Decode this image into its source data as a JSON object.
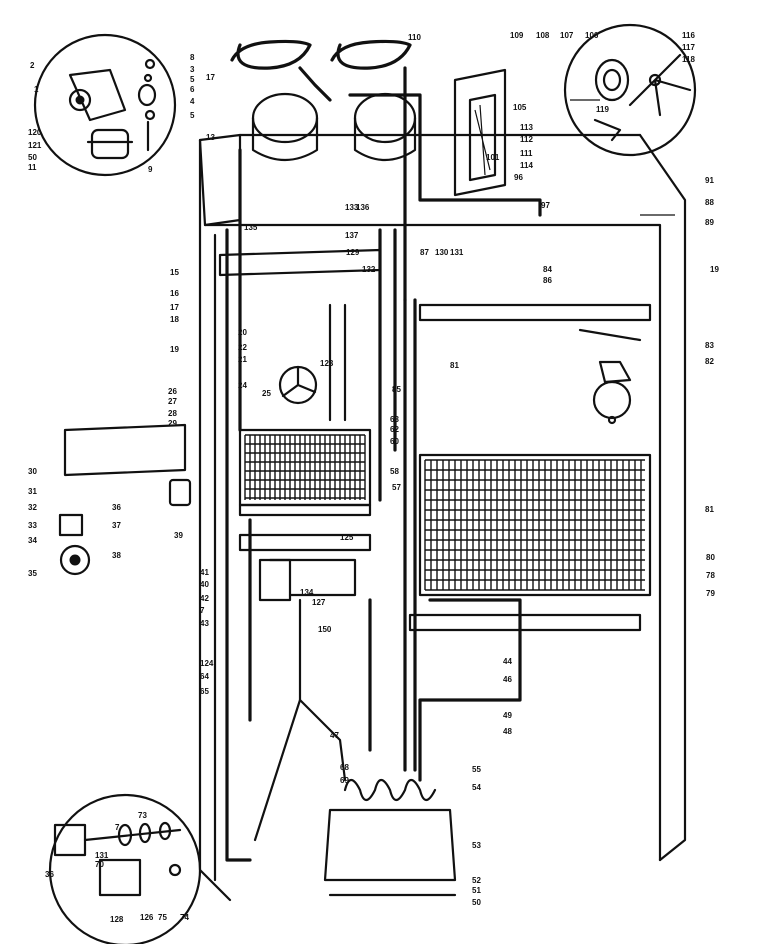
{
  "callouts": [
    {
      "id": "c2",
      "text": "2"
    },
    {
      "id": "c1",
      "text": "1"
    },
    {
      "id": "c120",
      "text": "120"
    },
    {
      "id": "c121",
      "text": "121"
    },
    {
      "id": "c50a",
      "text": "50"
    },
    {
      "id": "c11a",
      "text": "11"
    },
    {
      "id": "c8a",
      "text": "8"
    },
    {
      "id": "c3",
      "text": "3"
    },
    {
      "id": "c5a",
      "text": "5"
    },
    {
      "id": "c6",
      "text": "6"
    },
    {
      "id": "c4",
      "text": "4"
    },
    {
      "id": "c5b",
      "text": "5"
    },
    {
      "id": "c9",
      "text": "9"
    },
    {
      "id": "c17a",
      "text": "17"
    },
    {
      "id": "c110",
      "text": "110"
    },
    {
      "id": "c13",
      "text": "13"
    },
    {
      "id": "c109",
      "text": "109"
    },
    {
      "id": "c108",
      "text": "108"
    },
    {
      "id": "c107",
      "text": "107"
    },
    {
      "id": "c106",
      "text": "106"
    },
    {
      "id": "c105",
      "text": "105"
    },
    {
      "id": "c116",
      "text": "116"
    },
    {
      "id": "c117",
      "text": "117"
    },
    {
      "id": "c118",
      "text": "118"
    },
    {
      "id": "c119",
      "text": "119"
    },
    {
      "id": "c113",
      "text": "113"
    },
    {
      "id": "c112",
      "text": "112"
    },
    {
      "id": "c111",
      "text": "111"
    },
    {
      "id": "c114",
      "text": "114"
    },
    {
      "id": "c101",
      "text": "101"
    },
    {
      "id": "c96",
      "text": "96"
    },
    {
      "id": "c97",
      "text": "97"
    },
    {
      "id": "c91",
      "text": "91"
    },
    {
      "id": "c88",
      "text": "88"
    },
    {
      "id": "c89",
      "text": "89"
    },
    {
      "id": "c19a",
      "text": "19"
    },
    {
      "id": "c133",
      "text": "133"
    },
    {
      "id": "c136",
      "text": "136"
    },
    {
      "id": "c135",
      "text": "135"
    },
    {
      "id": "c137",
      "text": "137"
    },
    {
      "id": "c15",
      "text": "15"
    },
    {
      "id": "c16",
      "text": "16"
    },
    {
      "id": "c17b",
      "text": "17"
    },
    {
      "id": "c18",
      "text": "18"
    },
    {
      "id": "c19b",
      "text": "19"
    },
    {
      "id": "c129",
      "text": "129"
    },
    {
      "id": "c132",
      "text": "132"
    },
    {
      "id": "c87",
      "text": "87"
    },
    {
      "id": "c130",
      "text": "130"
    },
    {
      "id": "c131",
      "text": "131"
    },
    {
      "id": "c84",
      "text": "84"
    },
    {
      "id": "c86",
      "text": "86"
    },
    {
      "id": "c81",
      "text": "81"
    },
    {
      "id": "c83",
      "text": "83"
    },
    {
      "id": "c82",
      "text": "82"
    },
    {
      "id": "c81b",
      "text": "81"
    },
    {
      "id": "c80",
      "text": "80"
    },
    {
      "id": "c78",
      "text": "78"
    },
    {
      "id": "c79",
      "text": "79"
    },
    {
      "id": "c20",
      "text": "20"
    },
    {
      "id": "c22",
      "text": "22"
    },
    {
      "id": "c21",
      "text": "21"
    },
    {
      "id": "c123",
      "text": "123"
    },
    {
      "id": "c24",
      "text": "24"
    },
    {
      "id": "c25",
      "text": "25"
    },
    {
      "id": "c26",
      "text": "26"
    },
    {
      "id": "c27",
      "text": "27"
    },
    {
      "id": "c28",
      "text": "28"
    },
    {
      "id": "c29",
      "text": "29"
    },
    {
      "id": "c85",
      "text": "85"
    },
    {
      "id": "c63",
      "text": "63"
    },
    {
      "id": "c62",
      "text": "62"
    },
    {
      "id": "c60",
      "text": "60"
    },
    {
      "id": "c58",
      "text": "58"
    },
    {
      "id": "c57",
      "text": "57"
    },
    {
      "id": "c30",
      "text": "30"
    },
    {
      "id": "c31",
      "text": "31"
    },
    {
      "id": "c32",
      "text": "32"
    },
    {
      "id": "c33",
      "text": "33"
    },
    {
      "id": "c34",
      "text": "34"
    },
    {
      "id": "c35",
      "text": "35"
    },
    {
      "id": "c36",
      "text": "36"
    },
    {
      "id": "c37",
      "text": "37"
    },
    {
      "id": "c38",
      "text": "38"
    },
    {
      "id": "c39",
      "text": "39"
    },
    {
      "id": "c41",
      "text": "41"
    },
    {
      "id": "c40",
      "text": "40"
    },
    {
      "id": "c42",
      "text": "42"
    },
    {
      "id": "c7",
      "text": "7"
    },
    {
      "id": "c43",
      "text": "43"
    },
    {
      "id": "c125",
      "text": "125"
    },
    {
      "id": "c134",
      "text": "134"
    },
    {
      "id": "c127",
      "text": "127"
    },
    {
      "id": "c150",
      "text": "150"
    },
    {
      "id": "c124",
      "text": "124"
    },
    {
      "id": "c64",
      "text": "64"
    },
    {
      "id": "c65",
      "text": "65"
    },
    {
      "id": "c44",
      "text": "44"
    },
    {
      "id": "c46",
      "text": "46"
    },
    {
      "id": "c49",
      "text": "49"
    },
    {
      "id": "c48",
      "text": "48"
    },
    {
      "id": "c47",
      "text": "47"
    },
    {
      "id": "c68",
      "text": "68"
    },
    {
      "id": "c69",
      "text": "69"
    },
    {
      "id": "c55",
      "text": "55"
    },
    {
      "id": "c54",
      "text": "54"
    },
    {
      "id": "c53",
      "text": "53"
    },
    {
      "id": "c52",
      "text": "52"
    },
    {
      "id": "c51",
      "text": "51"
    },
    {
      "id": "c50b",
      "text": "50"
    },
    {
      "id": "c73",
      "text": "73"
    },
    {
      "id": "c7b",
      "text": "7"
    },
    {
      "id": "c36b",
      "text": "36"
    },
    {
      "id": "c131b",
      "text": "131"
    },
    {
      "id": "c70",
      "text": "70"
    },
    {
      "id": "c126",
      "text": "126"
    },
    {
      "id": "c75",
      "text": "75"
    },
    {
      "id": "c74",
      "text": "74"
    },
    {
      "id": "c128",
      "text": "128"
    }
  ]
}
